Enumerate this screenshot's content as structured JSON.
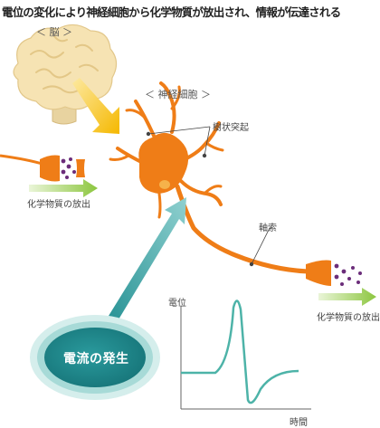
{
  "title": "電位の変化により神経細胞から化学物質が放出され、情報が伝達される",
  "labels": {
    "brain": "＜ 脳 ＞",
    "neuron": "＜ 神経細胞 ＞",
    "dendrite": "樹状突起",
    "axon": "軸索",
    "release_left": "化学物質の放出",
    "release_right": "化学物質の放出",
    "current": "電流の発生"
  },
  "graph": {
    "ylabel": "電位",
    "xlabel": "時間"
  },
  "colors": {
    "neuron": "#ef7d17",
    "brain": "#f6e3b3",
    "arrow_yellow": "#f5c518",
    "arrow_green": "#8cc63f",
    "current_bubble": "#1e8a8e",
    "dots": "#6b2d7a",
    "graph_line": "#4db3a8"
  }
}
